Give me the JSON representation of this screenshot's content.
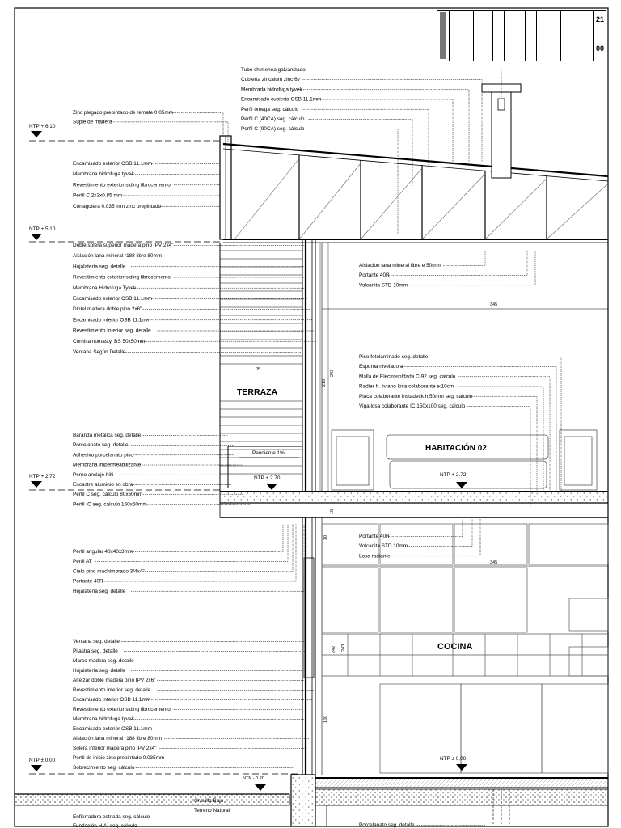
{
  "levels": [
    {
      "id": "ntp610",
      "text": "NTP + 6.10"
    },
    {
      "id": "ntp510",
      "text": "NTP + 5.10"
    },
    {
      "id": "ntp272",
      "text": "NTP + 2.72"
    },
    {
      "id": "ntp000",
      "text": "NTP ± 0.00"
    }
  ],
  "room_labels": {
    "terraza": "TERRAZA",
    "habitacion": "HABITACIÓN 02",
    "cocina": "COCINA"
  },
  "inner_levels": {
    "terraza": "NTP + 2.70",
    "habitacion": "NTP + 2.72",
    "cocina": "NTP ± 0.00",
    "outside": "NTN - 0.20"
  },
  "slope": "Pendiente 1%",
  "sheet": {
    "number_top": "21",
    "number_bottom": "00"
  },
  "dims": {
    "d345": "345",
    "d210": "210",
    "d243": "243",
    "d05": "05",
    "d30": "30",
    "d242": "242",
    "d243b": "243",
    "d160": "160",
    "d10": "10"
  },
  "labels_roof": [
    "Tubo chimenea galvanizado",
    "Cubierta zincalum zinc 6v",
    "Membrada hidrofuga tyvek",
    "Encamisado cubierta OSB 11.1mm",
    "Perfil omega seg. cálculo",
    "Perfil C (40CA) seg. cálculo",
    "Perfil C (90CA)  seg. cálculo"
  ],
  "labels_left_top": [
    "Zinc plegado prepintado de remate 0.05mm",
    "Suple de madera"
  ],
  "labels_eave": [
    "Encamisado exterior OSB 11.1mm",
    "Membrana hidrofuga tyvek",
    "Revestimiento exterior siding fibrocemento",
    "Perfil C 2x3x0.85 mm",
    "Cortagotera 0.035 mm zinc prepintado"
  ],
  "labels_wall_upper": [
    "Doble solera superior madera pino IPV 2x4\"",
    "Aislación lana mineral r188 libre 80mm",
    "Hojalatería seg. detalle",
    "Revestimiento exterior siding fibrocemento",
    "Membrana Hidrofuga Tyvek",
    "Encamisado exterior OSB 11.1mm",
    "Dintel madera doble pino 2x6\"",
    "Encamisado interior OSB 11.1mm",
    "Revestimiento Interior seg. detalle",
    "Cornisa nomastyl BS 50x50mm",
    "Ventana Según Detalle"
  ],
  "labels_terrace": [
    "Baranda metalica seg. detalle",
    "Porcelanato seg. detalle",
    "Adhesivo porcelanato piso",
    "Membrana impermeabilizante",
    "Perno anclaje hilti",
    "Encastre aluminio en obra",
    "Perfil C seg. cálculo 80x50mm",
    "Perfil IC seg. cálculo 150x50mm"
  ],
  "labels_soffit": [
    "Perfil angular 40x40x3mm",
    "Perfil AT",
    "Cielo pino machimbrado 3/4x4\"",
    "Portante 40R",
    "Hojalatería seg. detalle"
  ],
  "labels_wall_lower": [
    "Ventana seg. detalle",
    "Pilastra seg. detalle",
    "Marco madera seg. detalle",
    "Hojalatería seg. detalle",
    "Alfeizar doble madera pino IPV 2x6\"",
    "Revestimiento interior seg. detalle",
    "Encamisado interior OSB 11.1mm",
    "Revestimiento exterior siding fibrocemento",
    "Membrana hidrofuga tyvek",
    "Encamisado exterior OSB 11.1mm",
    "Aislación lana mineral r188 libre 80mm",
    "Solera inferior madera pino IPV 2x4\"",
    "Perfil de inicio zinc prepintado 0.035mm",
    "Sobrecimiento seg. cálculo"
  ],
  "labels_foundation": [
    "Enfierradura estriada seg. cálculo",
    "Fundación H.A. seg. cálculo"
  ],
  "labels_ground": [
    "Gravilla Bajo",
    "Terreno Natural"
  ],
  "labels_ceiling": [
    "Aislacion lana mineral libre e 50mm",
    "Portante 40R",
    "Volcanita STD 10mm"
  ],
  "labels_floor": [
    "Piso fotolaminado seg. detalle",
    "Espuma niveladora",
    "Malla de Electrosoldada C-92 seg. calculo",
    "Radier h. liviano losa colaborante e:10cm",
    "Placa colaborante instadeck h:50mm seg. calculo",
    "Viga losa colaborante IC 150x100 seg. calculo"
  ],
  "labels_lower_ceiling": [
    "Portante 40R",
    "Volcanita STD 10mm",
    "Losa radiante"
  ],
  "labels_bottom": [
    "Porcelanato seg. detalle"
  ]
}
